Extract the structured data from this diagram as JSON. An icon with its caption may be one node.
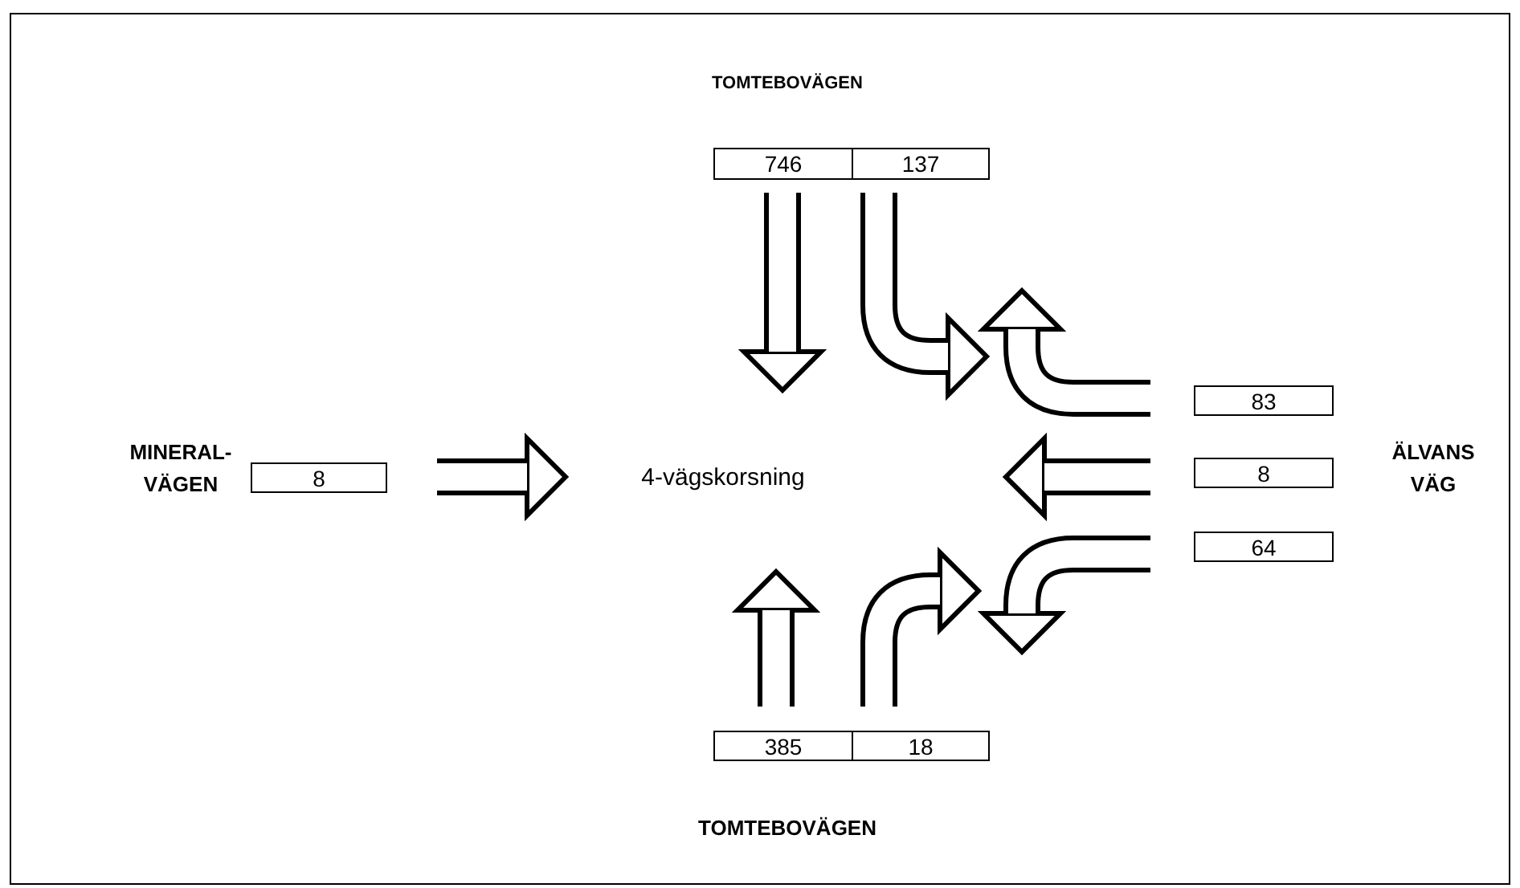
{
  "diagram": {
    "nodes": [
      {
        "text": [
          "746"
        ]
      },
      {
        "text": [
          "137"
        ]
      },
      {
        "text": [
          "8"
        ]
      },
      {
        "text": [
          "83"
        ]
      },
      {
        "text": [
          "8"
        ]
      },
      {
        "text": [
          "64"
        ]
      },
      {
        "text": [
          "385"
        ]
      },
      {
        "text": [
          "18"
        ]
      }
    ],
    "labels": [
      "TOMTEBOVÄGEN",
      "MINERAL- VÄGEN",
      "4-vägskorsning",
      "ÄLVANS VÄG",
      "TOMTEBOVÄGEN"
    ]
  }
}
